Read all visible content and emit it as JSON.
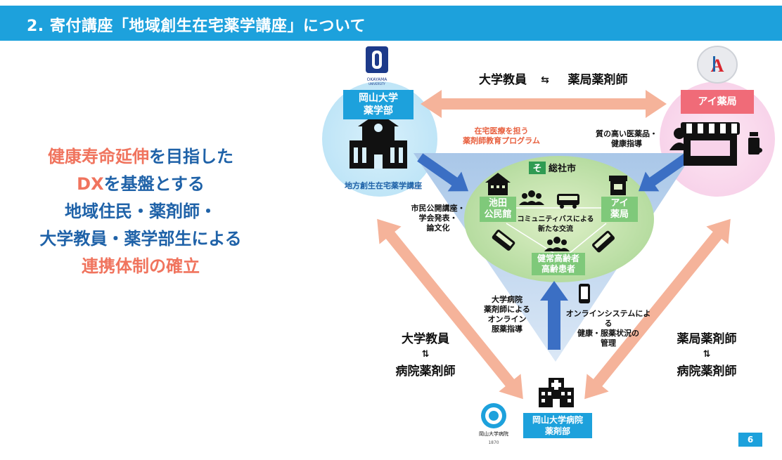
{
  "header": {
    "title": "2. 寄付講座「地域創生在宅薬学講座」について"
  },
  "slogan": {
    "line1_red": "健康寿命延伸",
    "line1_blue": "を目指した",
    "line2_red": "DX",
    "line2_blue": "を基盤とする",
    "line3": "地域住民・薬剤師・",
    "line4": "大学教員・薬学部生による",
    "line5": "連携体制の確立"
  },
  "top_exchange": {
    "left": "大学教員",
    "arrow": "⇆",
    "right": "薬局薬剤師"
  },
  "okayama_univ": {
    "logo_text": "OKAYAMA",
    "logo_sub": "UNIVERSITY",
    "label": "岡山大学\n薬学部",
    "course": "地方創生在宅薬学講座"
  },
  "ai_pharmacy": {
    "logo_text": "A",
    "label": "アイ薬局",
    "service": "質の高い医薬品・\n健康指導"
  },
  "program": {
    "text": "在宅医療を担う\n薬剤師教育プログラム"
  },
  "public": {
    "text": "市民公開講座・\n学会発表・\n論文化"
  },
  "soja": {
    "city": "総社市",
    "mark": "そ"
  },
  "ikeda": {
    "label": "池田\n公民館"
  },
  "ai_node": {
    "label": "アイ\n薬局"
  },
  "community": {
    "text": "コミュニティバスによる\n新たな交流"
  },
  "elderly": {
    "label": "健常高齢者\n高齢患者"
  },
  "online_left": {
    "text": "大学病院\n薬剤師による\nオンライン\n服薬指導"
  },
  "online_right": {
    "text": "オンラインシステムによる\n健康・服薬状況の\n管理"
  },
  "left_exchange": {
    "top": "大学教員",
    "arrow": "⇅",
    "bottom": "病院薬剤師"
  },
  "right_exchange": {
    "top": "薬局薬剤師",
    "arrow": "⇅",
    "bottom": "病院薬剤師"
  },
  "hospital": {
    "label": "岡山大学病院\n薬剤部",
    "logo_text": "岡山大学病院",
    "logo_year": "1870"
  },
  "page": {
    "number": "6"
  },
  "colors": {
    "header": "#1da1dc",
    "red": "#f0745e",
    "blue": "#1f62a8",
    "arrow_salmon": "#f5b39a",
    "pink": "#f06b78",
    "green": "#7fc97a",
    "arrow_blue": "#3b6fc4"
  }
}
